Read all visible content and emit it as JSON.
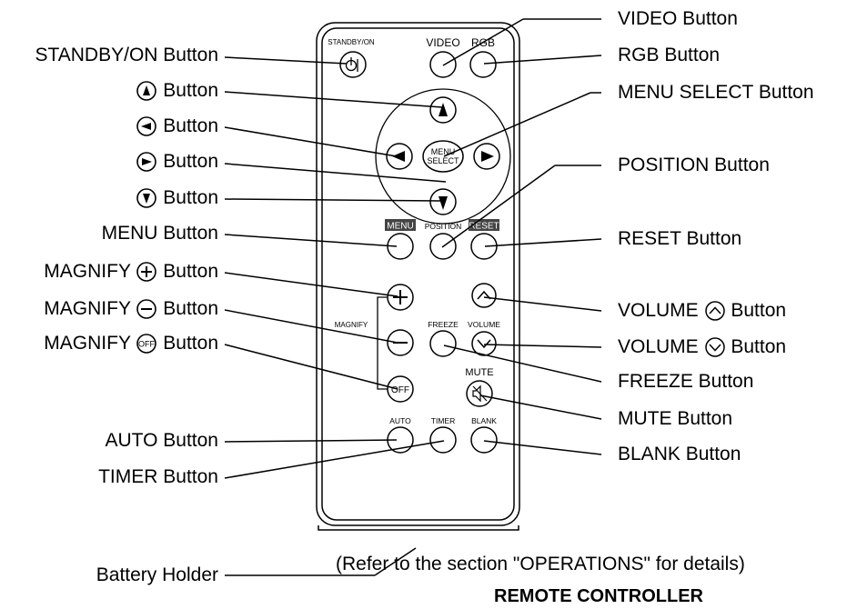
{
  "labels": {
    "standby_on": "STANDBY/ON Button",
    "up": "Button",
    "left": "Button",
    "right": "Button",
    "down": "Button",
    "menu": "MENU Button",
    "magnify_plus_prefix": "MAGNIFY",
    "magnify_plus_suffix": "Button",
    "magnify_minus_prefix": "MAGNIFY",
    "magnify_minus_suffix": "Button",
    "magnify_off_prefix": "MAGNIFY",
    "magnify_off_suffix": "Button",
    "auto": "AUTO Button",
    "timer": "TIMER Button",
    "battery": "Battery Holder",
    "video": "VIDEO Button",
    "rgb": "RGB Button",
    "menu_select": "MENU SELECT Button",
    "position": "POSITION Button",
    "reset": "RESET Button",
    "volume_up_prefix": "VOLUME",
    "volume_up_suffix": "Button",
    "volume_down_prefix": "VOLUME",
    "volume_down_suffix": "Button",
    "freeze": "FREEZE Button",
    "mute": "MUTE Button",
    "blank": "BLANK Button"
  },
  "remote": {
    "standby": "STANDBY/ON",
    "video": "VIDEO",
    "rgb": "RGB",
    "menu_select_1": "MENU",
    "menu_select_2": "SELECT",
    "menu": "MENU",
    "position": "POSITION",
    "reset": "RESET",
    "magnify": "MAGNIFY",
    "freeze": "FREEZE",
    "volume": "VOLUME",
    "mute": "MUTE",
    "off": "OFF",
    "auto": "AUTO",
    "timer": "TIMER",
    "blank": "BLANK"
  },
  "note": "(Refer to the section \"OPERATIONS\" for details)",
  "caption": "REMOTE CONTROLLER"
}
